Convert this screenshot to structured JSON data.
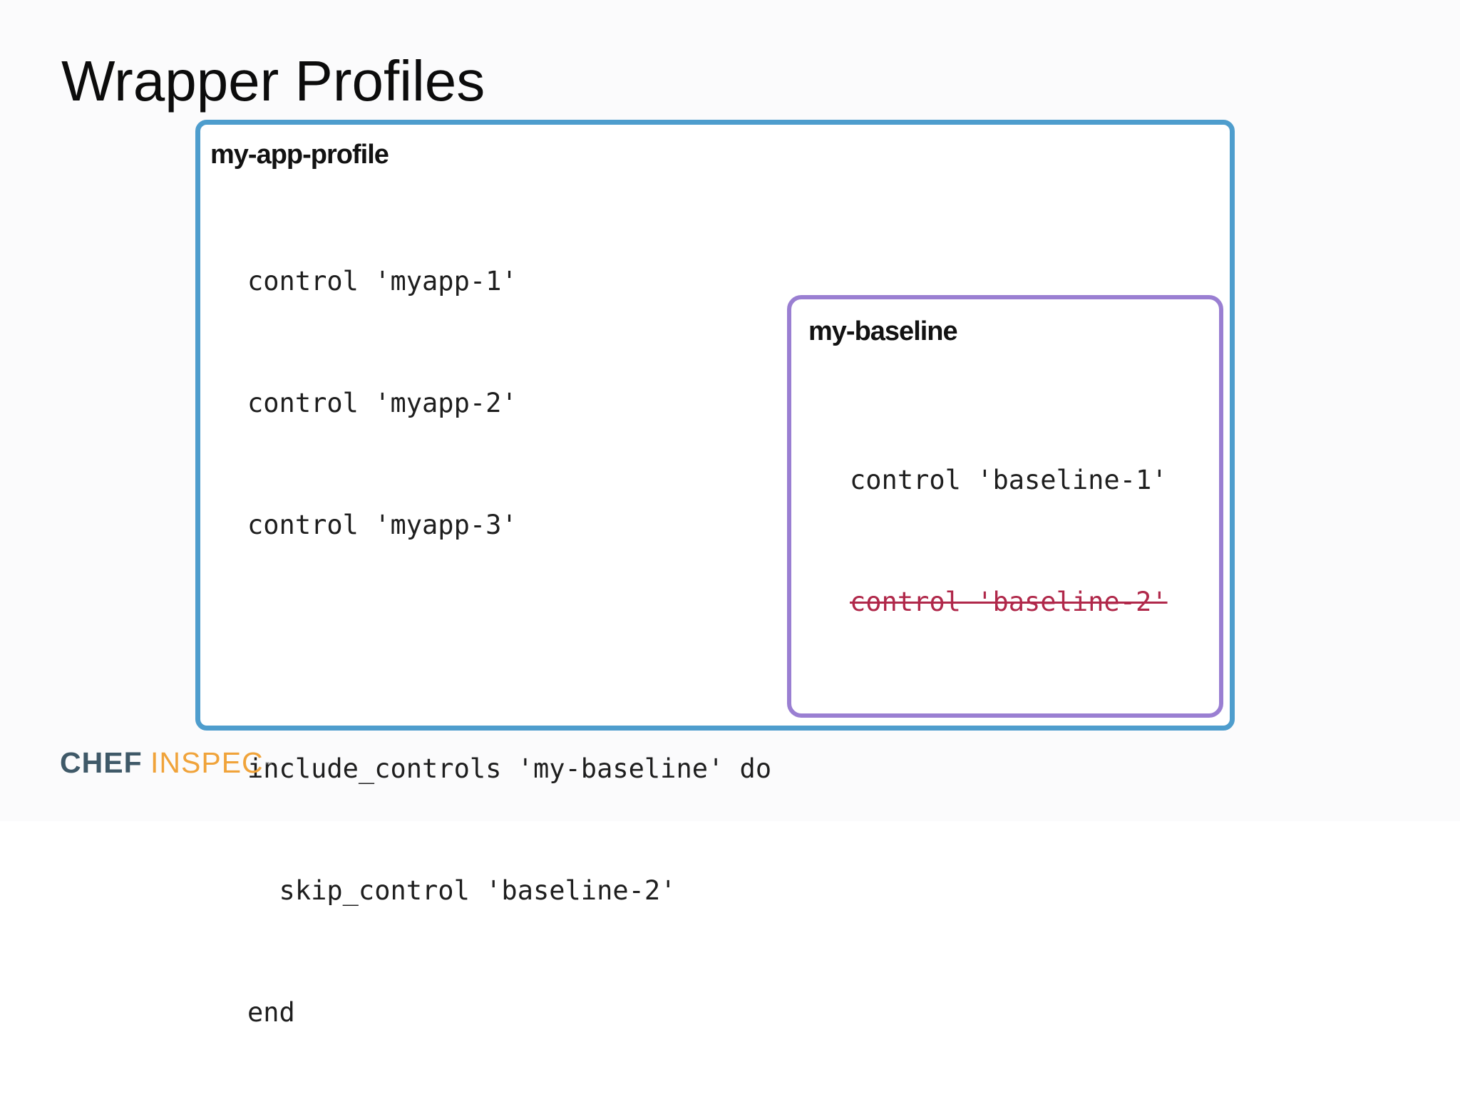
{
  "slide": {
    "title": "Wrapper Profiles"
  },
  "outer_profile": {
    "name": "my-app-profile",
    "code_lines": [
      "control 'myapp-1'",
      "control 'myapp-2'",
      "control 'myapp-3'",
      "",
      "include_controls 'my-baseline' do",
      "  skip_control 'baseline-2'",
      "end"
    ]
  },
  "inner_profile": {
    "name": "my-baseline",
    "code_lines": [
      "control 'baseline-1'",
      "control 'baseline-2'"
    ],
    "skipped_line_color": "#b0284a"
  },
  "logo": {
    "chef": "CHEF",
    "inspec": "INSPEC",
    "trademark": "™"
  },
  "colors": {
    "outer_border": "#4e9dcd",
    "inner_border": "#9a7fd2",
    "logo_chef": "#3f5968",
    "logo_inspec": "#f0a33a"
  }
}
